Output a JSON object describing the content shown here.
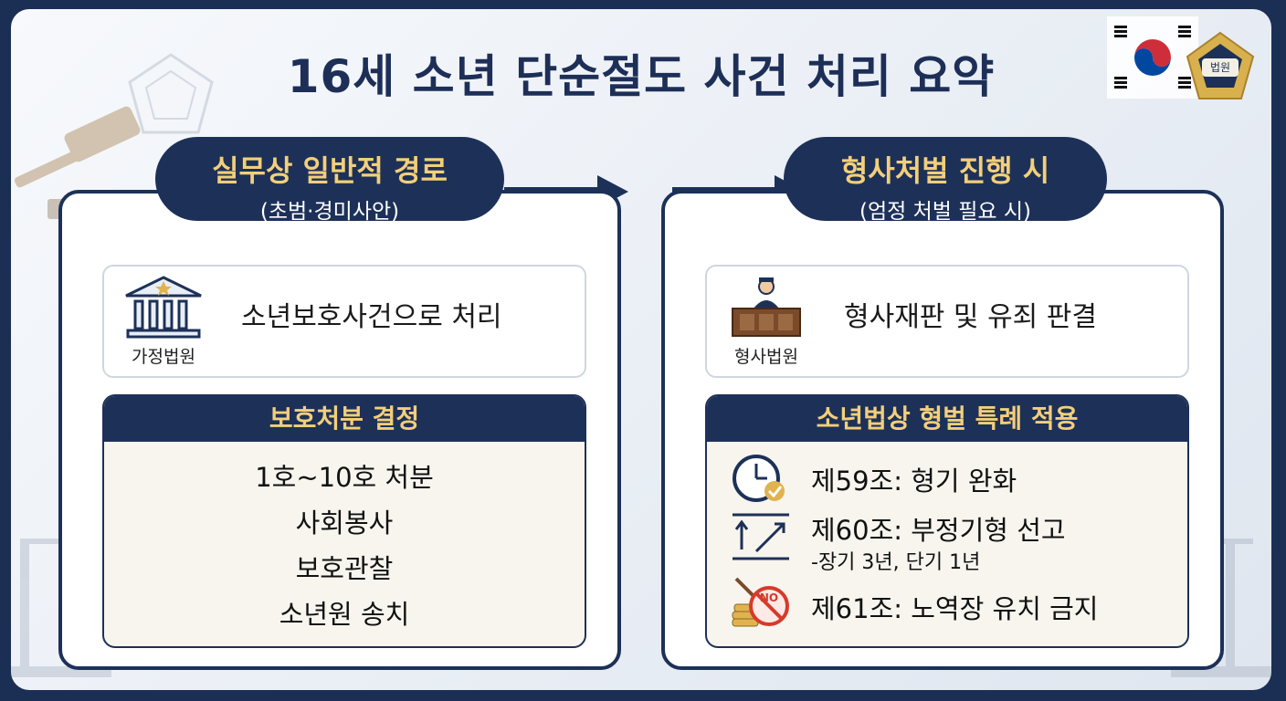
{
  "title": "16세 소년 단순절도 사건 처리 요약",
  "left": {
    "heading": "실무상 일반적 경로",
    "subheading": "(초범·경미사안)",
    "court_caption": "가정법원",
    "court_text": "소년보호사건으로 처리",
    "box_header": "보호처분 결정",
    "items": [
      "1호~10호 처분",
      "사회봉사",
      "보호관찰",
      "소년원 송치"
    ]
  },
  "right": {
    "heading": "형사처벌 진행 시",
    "subheading": "(엄정 처벌 필요 시)",
    "court_caption": "형사법원",
    "court_text": "형사재판 및 유죄 판결",
    "box_header": "소년법상 형벌 특례 적용",
    "laws": [
      {
        "icon": "clock-check-icon",
        "text": "제59조: 형기 완화",
        "sub": ""
      },
      {
        "icon": "sentence-range-icon",
        "text": "제60조: 부정기형 선고",
        "sub": "-장기 3년, 단기 1년"
      },
      {
        "icon": "no-labor-icon",
        "text": "제61조: 노역장 유치 금지",
        "sub": ""
      }
    ]
  },
  "icons": {
    "badge_text": "법원",
    "no_sign_text": "NO"
  },
  "colors": {
    "navy": "#1d3158",
    "gold": "#f3cf7a",
    "background": "#eef2f7"
  }
}
